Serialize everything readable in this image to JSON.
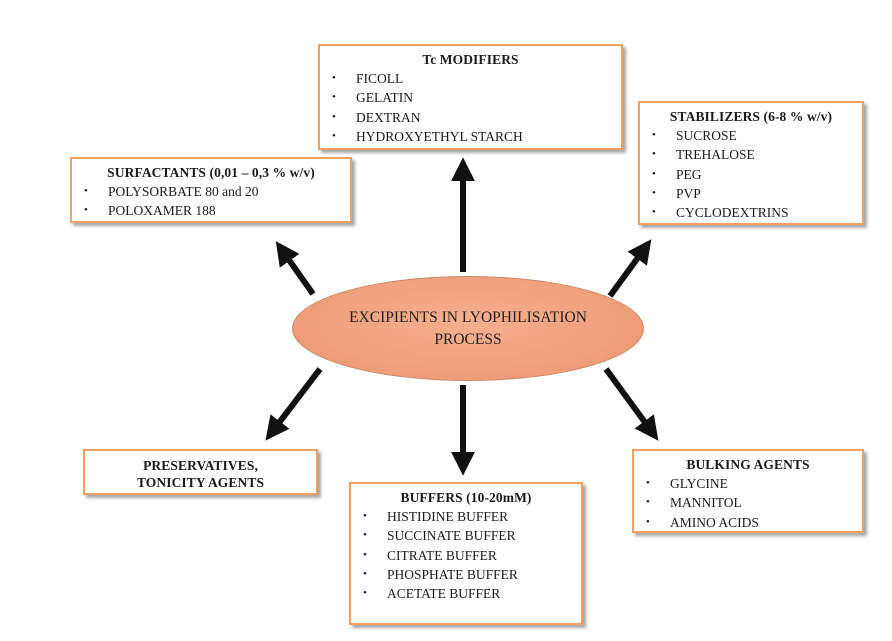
{
  "center": {
    "label": "EXCIPIENTS IN LYOPHILISATION PROCESS",
    "fill": "#f0a07c"
  },
  "colors": {
    "box_border": "#f0a060",
    "arrow": "#111111"
  },
  "boxes": {
    "tc_modifiers": {
      "title": "Tc MODIFIERS",
      "items": [
        "FICOLL",
        "GELATIN",
        "DEXTRAN",
        "HYDROXYETHYL STARCH"
      ]
    },
    "stabilizers": {
      "title": "STABILIZERS (6-8 % w/v)",
      "items": [
        "SUCROSE",
        "TREHALOSE",
        "PEG",
        "PVP",
        "CYCLODEXTRINS"
      ]
    },
    "surfactants": {
      "title": "SURFACTANTS (0,01 – 0,3 % w/v)",
      "items": [
        "POLYSORBATE 80 and 20",
        "POLOXAMER 188"
      ]
    },
    "preservatives": {
      "title_line1": "PRESERVATIVES,",
      "title_line2": "TONICITY AGENTS"
    },
    "buffers": {
      "title": "BUFFERS (10-20mM)",
      "items": [
        "HISTIDINE BUFFER",
        "SUCCINATE BUFFER",
        "CITRATE BUFFER",
        "PHOSPHATE BUFFER",
        "ACETATE BUFFER"
      ]
    },
    "bulking_agents": {
      "title": "BULKING AGENTS",
      "items": [
        "GLYCINE",
        "MANNITOL",
        "AMINO ACIDS"
      ]
    }
  }
}
